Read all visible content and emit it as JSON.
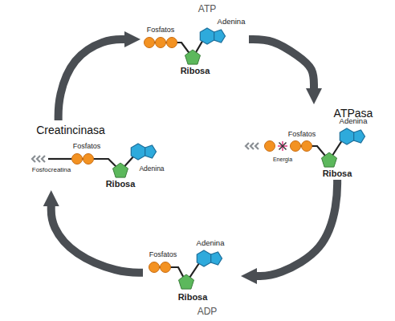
{
  "diagram": {
    "nodes": [
      {
        "text": [
          "ATP",
          "Fosfatos",
          "Adenina",
          "Ribosa"
        ]
      },
      {
        "text": [
          "ATPasa",
          "Fosfatos",
          "Energia",
          "Ribosa",
          "Adenina"
        ]
      },
      {
        "text": [
          "Adenina",
          "Fosfatos",
          "Ribosa",
          "ADP"
        ]
      },
      {
        "text": [
          "Creatincinasa",
          "Fosfatos",
          "Fosfocreatina",
          "Ribosa",
          "Adenina"
        ]
      }
    ],
    "edges": [
      {
        "from": 0,
        "to": 1,
        "arrow": "to"
      },
      {
        "from": 1,
        "to": 2,
        "arrow": "to"
      },
      {
        "from": 2,
        "to": 3,
        "arrow": "to"
      },
      {
        "from": 3,
        "to": 0,
        "arrow": "to"
      }
    ]
  }
}
